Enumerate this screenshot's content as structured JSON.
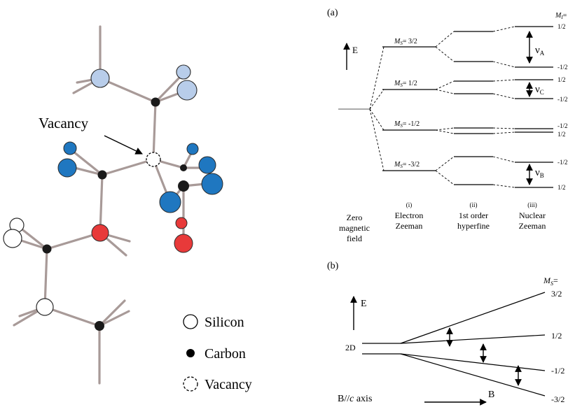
{
  "structure": {
    "vacancy_label": "Vacancy",
    "legend": {
      "silicon": "Silicon",
      "carbon": "Carbon",
      "vacancy": "Vacancy"
    }
  },
  "panel_a": {
    "label": "(a)",
    "energy_label": "E",
    "mi_header": "M",
    "mi_header_sub": "I",
    "mi_header_eq": "=",
    "ms_levels": [
      {
        "label": "M",
        "sub": "S",
        "value": "= 3/2"
      },
      {
        "label": "M",
        "sub": "S",
        "value": "= 1/2"
      },
      {
        "label": "M",
        "sub": "S",
        "value": "= -1/2"
      },
      {
        "label": "M",
        "sub": "S",
        "value": "= -3/2"
      }
    ],
    "mi_values": [
      "1/2",
      "-1/2",
      "1/2",
      "-1/2",
      "-1/2",
      "1/2",
      "-1/2",
      "1/2"
    ],
    "transitions": [
      {
        "symbol": "ν",
        "sub": "A"
      },
      {
        "symbol": "ν",
        "sub": "C"
      },
      {
        "symbol": "ν",
        "sub": "B"
      }
    ],
    "columns": [
      {
        "index": "",
        "lines": [
          "Zero",
          "magnetic",
          "field"
        ]
      },
      {
        "index": "(i)",
        "lines": [
          "Electron",
          "Zeeman"
        ]
      },
      {
        "index": "(ii)",
        "lines": [
          "1st order",
          "hyperfine"
        ]
      },
      {
        "index": "(iii)",
        "lines": [
          "Nuclear",
          "Zeeman"
        ]
      }
    ]
  },
  "panel_b": {
    "label": "(b)",
    "energy_label": "E",
    "state_label": "2D",
    "ms_header": "M",
    "ms_header_sub": "S",
    "ms_header_eq": "=",
    "ms_values": [
      "3/2",
      "1/2",
      "-1/2",
      "-3/2"
    ],
    "axis_label_prefix": "B//",
    "axis_label_italic": "c",
    "axis_label_suffix": " axis",
    "field_label": "B"
  }
}
